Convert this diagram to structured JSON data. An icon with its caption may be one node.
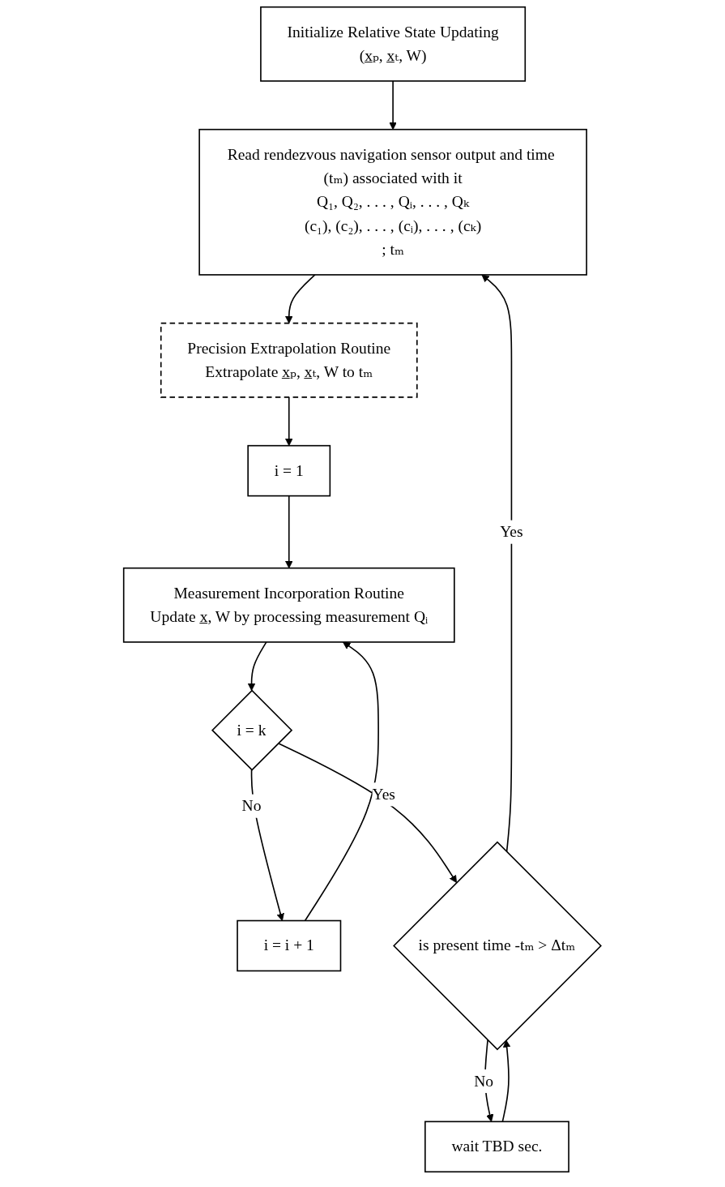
{
  "diagram": {
    "nodes": [
      {
        "text": [
          "Initialize Relative State Updating",
          "(x̲ₚ, x̲ₜ, W)"
        ]
      },
      {
        "text": [
          "Read rendezvous navigation sensor output and time (tₘ) associated with it",
          "Q₁, Q₂, . . . , Qᵢ, . . . , Qₖ",
          "(c₁), (c₂), . . . , (cᵢ), . . . , (cₖ)",
          "; tₘ"
        ]
      },
      {
        "text": [
          "Precision Extrapolation Routine",
          "Extrapolate x̲ₚ, x̲ₜ, W to tₘ"
        ]
      },
      {
        "text": [
          "i = 1"
        ]
      },
      {
        "text": [
          "Measurement Incorporation Routine",
          "Update x̲, W by processing measurement Qᵢ"
        ]
      },
      {
        "text": [
          "i = k"
        ]
      },
      {
        "text": [
          "i = i + 1"
        ]
      },
      {
        "text": [
          "is present time -tₘ > Δtₘ"
        ]
      },
      {
        "text": [
          "wait TBD sec."
        ]
      }
    ],
    "edges": [
      {
        "from": 0,
        "to": 1,
        "arrow": "to"
      },
      {
        "from": 1,
        "to": 2,
        "arrow": "to"
      },
      {
        "from": 2,
        "to": 3,
        "arrow": "to"
      },
      {
        "from": 3,
        "to": 4,
        "arrow": "to"
      },
      {
        "from": 4,
        "to": 5,
        "arrow": "to"
      },
      {
        "from": 5,
        "to": 6,
        "arrow": "to",
        "label": "No"
      },
      {
        "from": 6,
        "to": 4,
        "arrow": "to"
      },
      {
        "from": 5,
        "to": 7,
        "arrow": "to",
        "label": "Yes"
      },
      {
        "from": 7,
        "to": 8,
        "arrow": "to",
        "label": "No"
      },
      {
        "from": 8,
        "to": 7,
        "arrow": "to"
      },
      {
        "from": 7,
        "to": 1,
        "arrow": "to",
        "label": "Yes"
      }
    ]
  }
}
